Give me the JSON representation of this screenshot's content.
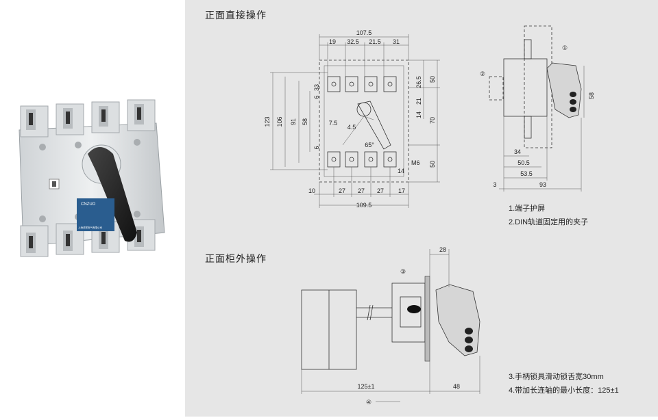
{
  "section_titles": {
    "front_direct": "正面直接操作",
    "front_cabinet": "正面柜外操作"
  },
  "notes": [
    "1.端子护屏",
    "2.DIN轨道固定用的夹子",
    "3.手柄锁具滑动锁舌宽30mm",
    "4.带加长连轴的最小长度：125±1"
  ],
  "product_label": {
    "brand": "CNZUO",
    "maker": "上海卓联电气有限公司"
  },
  "front_view": {
    "top_total": "107.5",
    "top_parts": [
      "19",
      "32.5",
      "21.5",
      "31"
    ],
    "left_outer": [
      "123",
      "106",
      "91",
      "58"
    ],
    "left_small": [
      "33",
      "6",
      "6"
    ],
    "left_mid": "7.5",
    "center_small": "4.5",
    "angle": "65°",
    "right_inner": [
      "26.5",
      "21",
      "14"
    ],
    "right_outer": [
      "50",
      "70",
      "50"
    ],
    "bottom_parts": [
      "10",
      "27",
      "27",
      "27",
      "17"
    ],
    "bottom_total": "109.5",
    "screw_label": "M6",
    "screw_dim": "14"
  },
  "side_view": {
    "callouts": [
      "①",
      "②"
    ],
    "height": "58",
    "widths": [
      "34",
      "50.5",
      "53.5",
      "93"
    ],
    "offset": "3"
  },
  "cabinet_view": {
    "callouts": [
      "③",
      "④"
    ],
    "top": "28",
    "shaft": "125±1",
    "handle": "48"
  }
}
